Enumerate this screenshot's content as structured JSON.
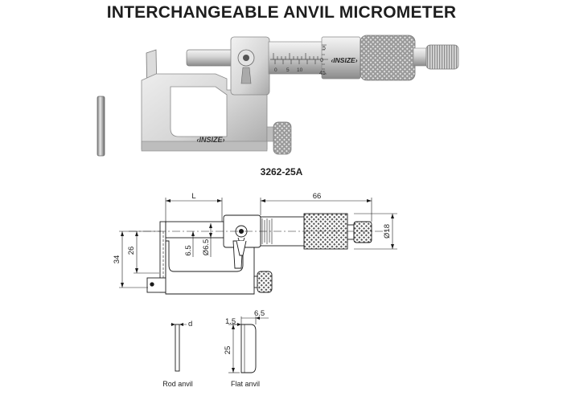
{
  "title": "INTERCHANGEABLE ANVIL MICROMETER",
  "model": "3262-25A",
  "brand": "INSIZE",
  "photo": {
    "brand_mark": "‹INSIZE›",
    "sleeve_numbers": [
      "0",
      "5",
      "10"
    ],
    "thimble_numbers": [
      "5",
      "0",
      "45"
    ]
  },
  "drawing": {
    "dims": {
      "L": "L",
      "d66": "66",
      "d18": "Ø18",
      "d34": "34",
      "d26": "26",
      "d6_5": "6.5",
      "d6_5_dia": "Ø6.5"
    }
  },
  "anvils": {
    "rod_label": "Rod anvil",
    "rod_d": "d",
    "flat_label": "Flat anvil",
    "flat_1_5": "1.5",
    "flat_6_5": "6.5",
    "flat_25": "25"
  },
  "colors": {
    "metal_light": "#e6e6e6",
    "metal_mid": "#b9b9b9",
    "metal_dark": "#6f6f6f",
    "line": "#1a1a1a"
  }
}
